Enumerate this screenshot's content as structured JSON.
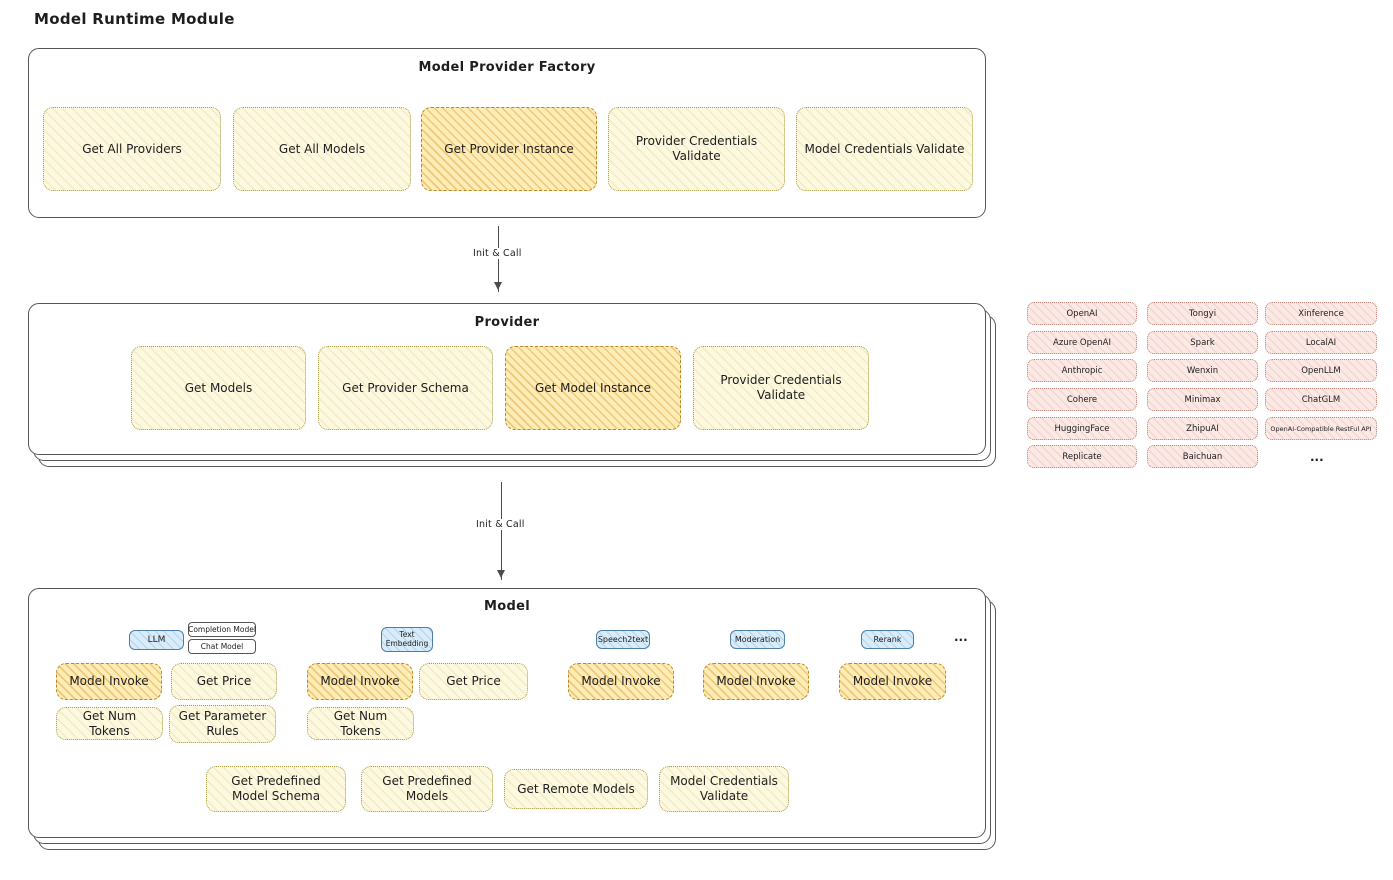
{
  "page_title": "Model Runtime Module",
  "arrows": {
    "arrow1": "Init & Call",
    "arrow2": "Init & Call"
  },
  "colors": {
    "function_default_bg": "#fdf9e1",
    "function_highlight_bg": "#ffedb8",
    "vendor_bg": "#fbe9e6",
    "tag_bg": "#d9ecfa",
    "panel_border": "#565656"
  },
  "factory": {
    "title": "Model Provider Factory",
    "items": [
      "Get All Providers",
      "Get All Models",
      "Get Provider Instance",
      "Provider Credentials Validate",
      "Model Credentials Validate"
    ]
  },
  "provider": {
    "title": "Provider",
    "items": [
      "Get Models",
      "Get Provider Schema",
      "Get Model Instance",
      "Provider Credentials Validate"
    ]
  },
  "vendors": {
    "col1": [
      "OpenAI",
      "Azure OpenAI",
      "Anthropic",
      "Cohere",
      "HuggingFace",
      "Replicate"
    ],
    "col2": [
      "Tongyi",
      "Spark",
      "Wenxin",
      "Minimax",
      "ZhipuAI",
      "Baichuan"
    ],
    "col3": [
      "Xinference",
      "LocalAI",
      "OpenLLM",
      "ChatGLM",
      "OpenAI-Compatible RestFul API"
    ],
    "more": "..."
  },
  "model": {
    "title": "Model",
    "tags": {
      "llm": "LLM",
      "completion_model": "Completion Model",
      "chat_model": "Chat Model",
      "text_embedding": "Text Embedding",
      "speech2text": "Speech2text",
      "moderation": "Moderation",
      "rerank": "Rerank",
      "more": "..."
    },
    "llm": [
      "Model Invoke",
      "Get Price",
      "Get Num Tokens",
      "Get Parameter Rules"
    ],
    "text_embedding": [
      "Model Invoke",
      "Get Price",
      "Get Num Tokens"
    ],
    "speech2text": [
      "Model Invoke"
    ],
    "moderation": [
      "Model Invoke"
    ],
    "rerank": [
      "Model Invoke"
    ],
    "common": [
      "Get Predefined Model Schema",
      "Get Predefined Models",
      "Get Remote Models",
      "Model Credentials Validate"
    ]
  }
}
